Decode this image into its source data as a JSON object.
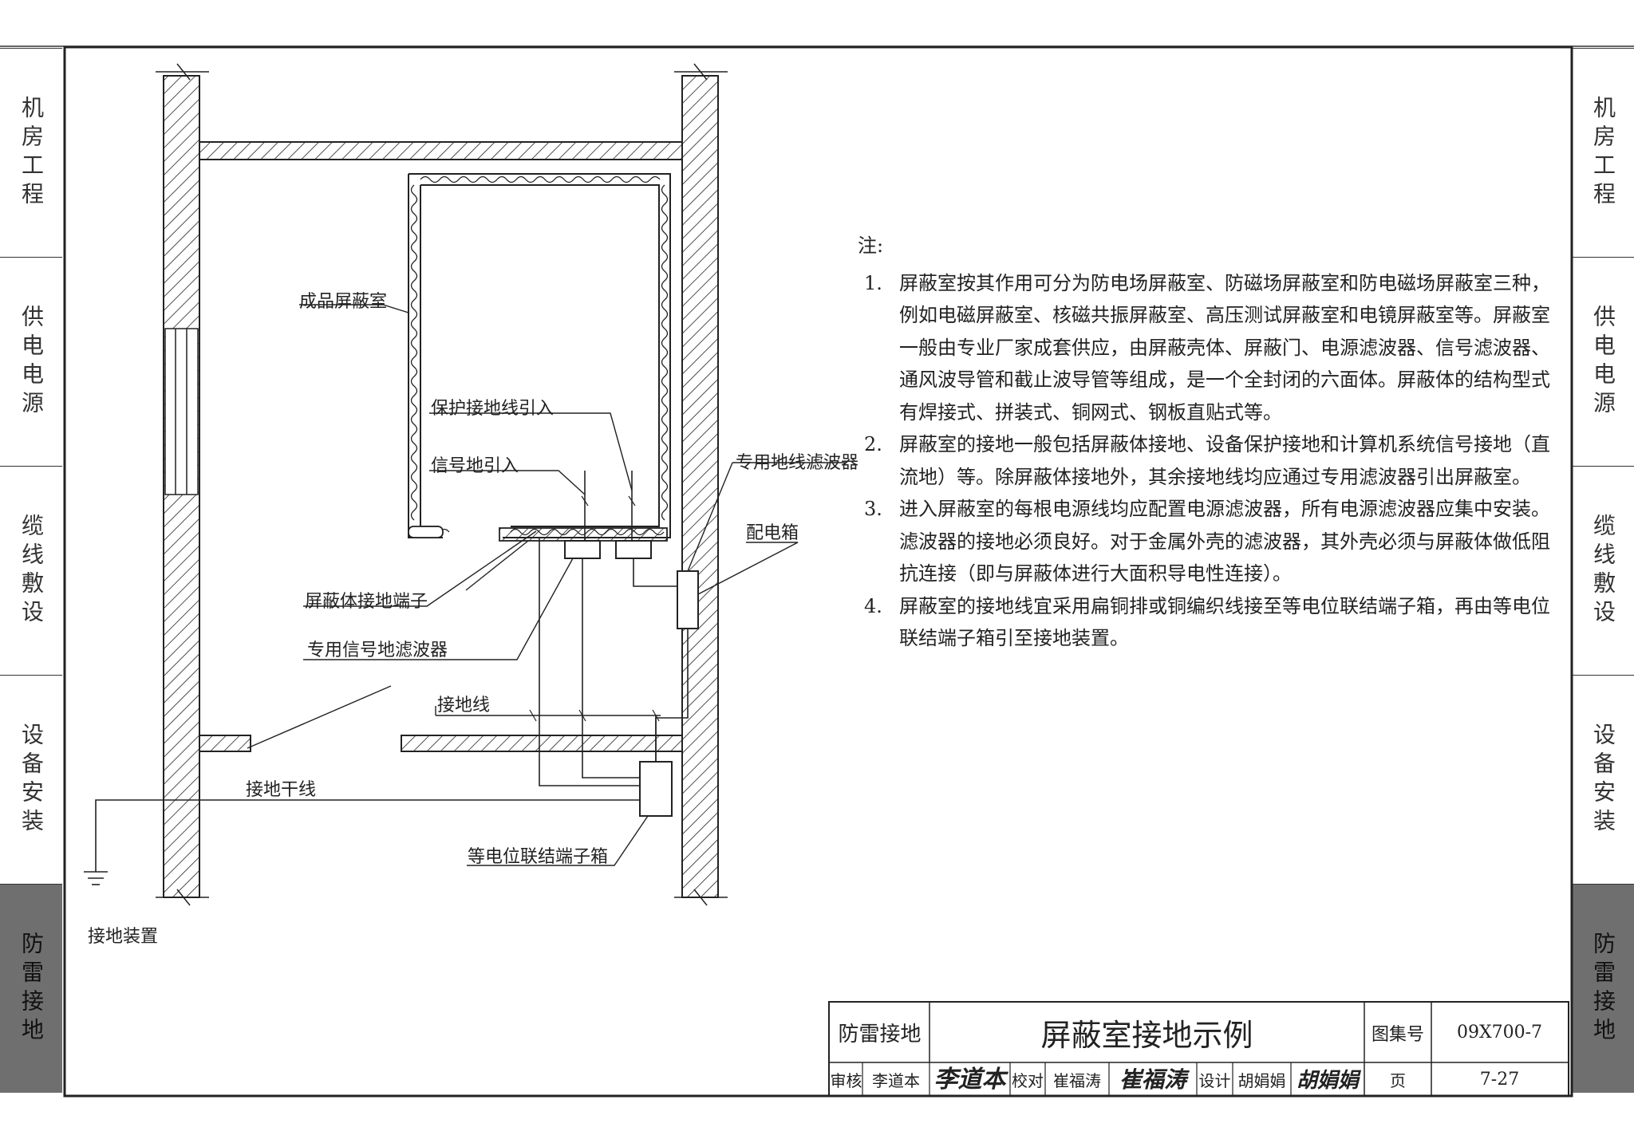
{
  "side_tabs_left": [
    {
      "label": "机房工程",
      "active": false
    },
    {
      "label": "供电电源",
      "active": false
    },
    {
      "label": "缆线敷设",
      "active": false
    },
    {
      "label": "设备安装",
      "active": false
    },
    {
      "label": "防雷接地",
      "active": true
    }
  ],
  "side_tabs_right": [
    {
      "label": "机房工程",
      "active": false
    },
    {
      "label": "供电电源",
      "active": false
    },
    {
      "label": "缆线敷设",
      "active": false
    },
    {
      "label": "设备安装",
      "active": false
    },
    {
      "label": "防雷接地",
      "active": true
    }
  ],
  "diagram": {
    "labels": {
      "shield_room": "成品屏蔽室",
      "protective_ground_entry": "保护接地线引入",
      "signal_ground_entry": "信号地引入",
      "dedicated_ground_filter": "专用地线滤波器",
      "distribution_box": "配电箱",
      "shield_body_terminal": "屏蔽体接地端子",
      "signal_ground_filter": "专用信号地滤波器",
      "ground_wire": "接地线",
      "ground_trunk": "接地干线",
      "equipotential_box": "等电位联结端子箱",
      "grounding_device": "接地装置"
    }
  },
  "notes": {
    "heading": "注:",
    "items": [
      {
        "num": "1.",
        "lines": [
          "屏蔽室按其作用可分为防电场屏蔽室、防磁场屏蔽室和防电磁场屏蔽室三种，",
          "例如电磁屏蔽室、核磁共振屏蔽室、高压测试屏蔽室和电镜屏蔽室等。屏蔽室",
          "一般由专业厂家成套供应，由屏蔽壳体、屏蔽门、电源滤波器、信号滤波器、",
          "通风波导管和截止波导管等组成，是一个全封闭的六面体。屏蔽体的结构型式",
          "有焊接式、拼装式、铜网式、钢板直贴式等。"
        ]
      },
      {
        "num": "2.",
        "lines": [
          "屏蔽室的接地一般包括屏蔽体接地、设备保护接地和计算机系统信号接地（直",
          "流地）等。除屏蔽体接地外，其余接地线均应通过专用滤波器引出屏蔽室。"
        ]
      },
      {
        "num": "3.",
        "lines": [
          "进入屏蔽室的每根电源线均应配置电源滤波器，所有电源滤波器应集中安装。",
          "滤波器的接地必须良好。对于金属外壳的滤波器，其外壳必须与屏蔽体做低阻",
          "抗连接（即与屏蔽体进行大面积导电性连接）。"
        ]
      },
      {
        "num": "4.",
        "lines": [
          "屏蔽室的接地线宜采用扁铜排或铜编织线接至等电位联结端子箱，再由等电位",
          "联结端子箱引至接地装置。"
        ]
      }
    ]
  },
  "title_block": {
    "category": "防雷接地",
    "title": "屏蔽室接地示例",
    "atlas_label": "图集号",
    "atlas_no": "09X700-7",
    "review_label": "审核",
    "reviewer": "李道本",
    "reviewer_sig": "李道本",
    "check_label": "校对",
    "checker": "崔福涛",
    "checker_sig": "崔福涛",
    "design_label": "设计",
    "designer": "胡娟娟",
    "designer_sig": "胡娟娟",
    "page_label": "页",
    "page_no": "7-27"
  }
}
